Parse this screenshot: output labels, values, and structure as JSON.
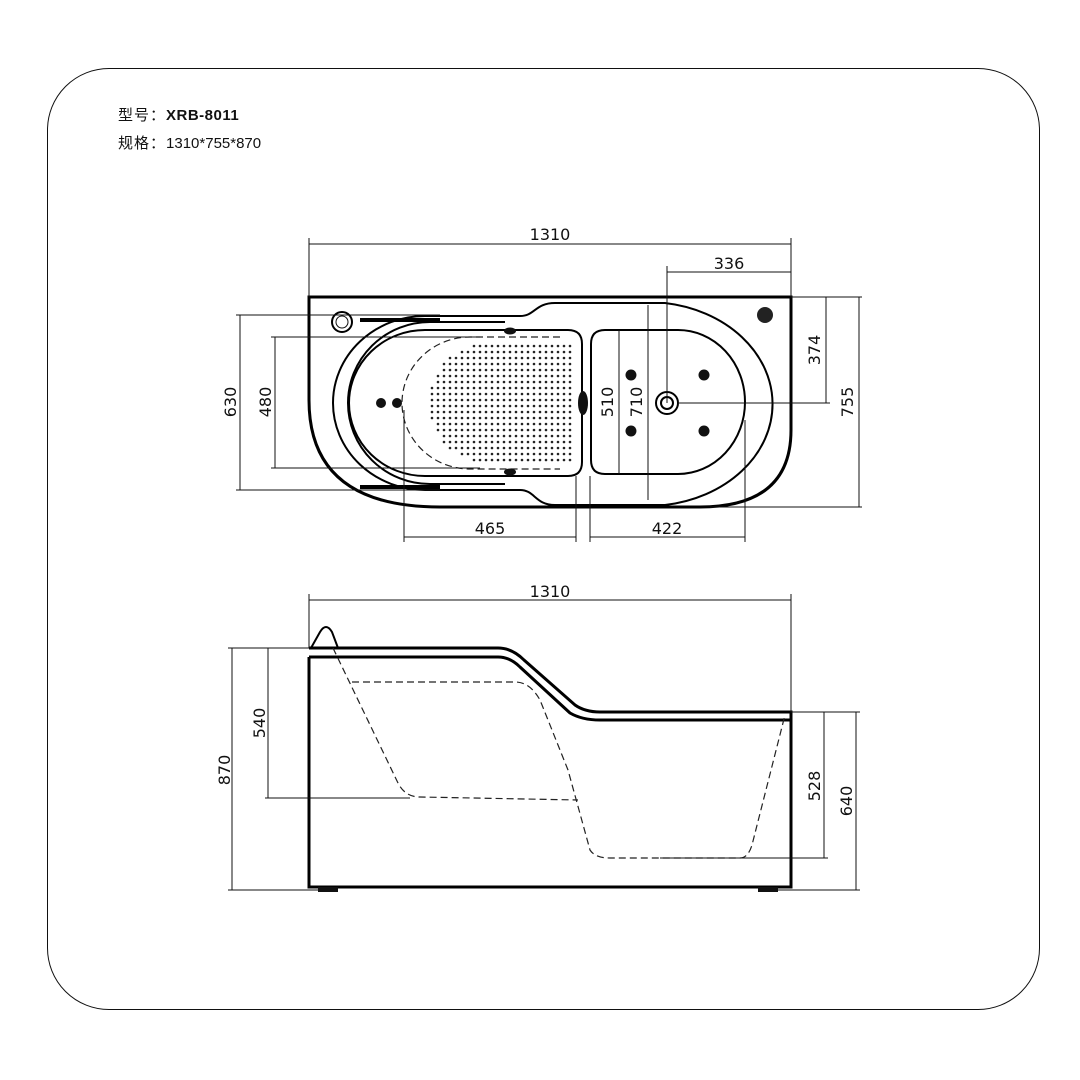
{
  "header": {
    "model_label": "型号：",
    "model_value": "XRB-8011",
    "size_label": "规格：",
    "size_value": "1310*755*870"
  },
  "top_view": {
    "dims": {
      "length": "1310",
      "drain_offset": "336",
      "drain_to_top": "374",
      "width": "755",
      "outer_basin_width": "630",
      "inner_basin_width": "480",
      "seat_depth": "510",
      "seat_outer_depth": "710",
      "basin_length": "465",
      "seat_length": "422"
    }
  },
  "side_view": {
    "dims": {
      "length": "1310",
      "height": "870",
      "basin_depth": "540",
      "seat_depth": "528",
      "seat_height": "640"
    }
  }
}
